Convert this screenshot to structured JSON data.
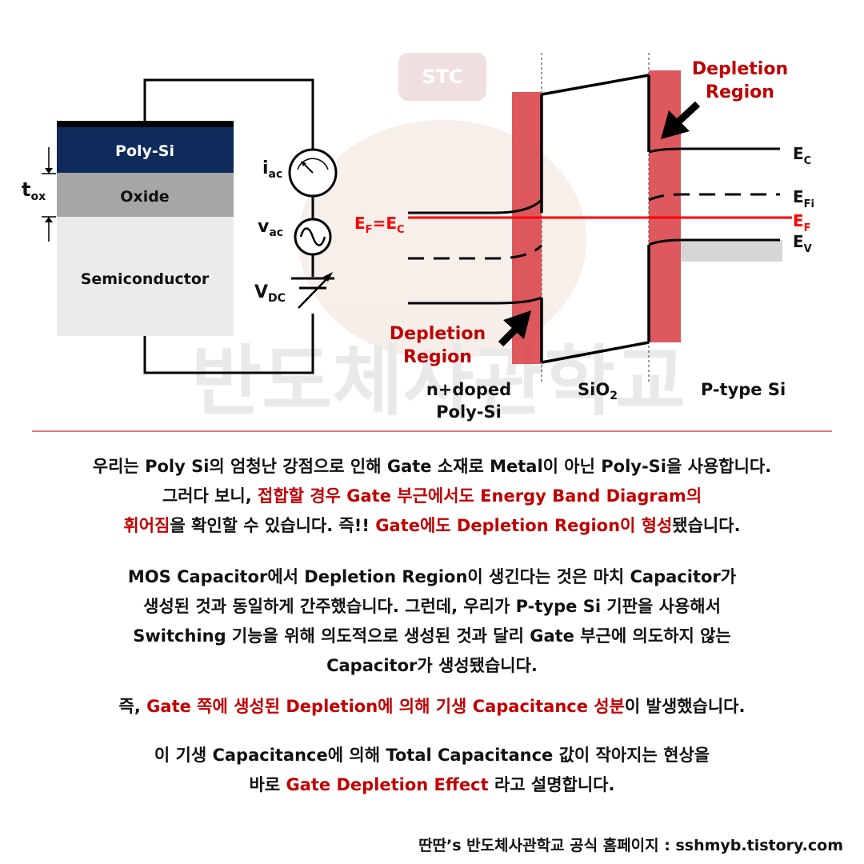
{
  "figure": {
    "watermark_logo": "STC",
    "watermark_text": "반도체사관학교",
    "mos": {
      "poly_label": "Poly-Si",
      "oxide_label": "Oxide",
      "semi_label": "Semiconductor",
      "tox_label": "t",
      "tox_sub": "ox",
      "iac_label": "i",
      "iac_sub": "ac",
      "vac_label": "v",
      "vac_sub": "ac",
      "vdc_label": "V",
      "vdc_sub": "DC"
    },
    "band": {
      "ef_ec_left": [
        "E",
        "F",
        "=E",
        "C"
      ],
      "ec": [
        "E",
        "C"
      ],
      "efi": [
        "E",
        "Fi"
      ],
      "ef": [
        "E",
        "F"
      ],
      "ev": [
        "E",
        "V"
      ],
      "depletion_top": [
        "Depletion",
        "Region"
      ],
      "depletion_bottom": [
        "Depletion",
        "Region"
      ],
      "region_left": [
        "n+doped",
        "Poly-Si"
      ],
      "region_mid": [
        "SiO",
        "2"
      ],
      "region_right": "P-type Si"
    },
    "colors": {
      "poly": "#0f2b5b",
      "oxide": "#a6a6a6",
      "semi": "#ebebeb",
      "depletion": "#d9474d",
      "fermi": "#ff0000",
      "accent_text": "#c00000"
    }
  },
  "text": {
    "p1": [
      [
        {
          "t": "우리는 Poly Si의 엄청난 강점으로 인해 Gate 소재로 Metal이 아닌 Poly-Si을 사용합니다.",
          "red": false
        }
      ],
      [
        {
          "t": "그러다 보니, ",
          "red": false
        },
        {
          "t": "접합할 경우 Gate 부근에서도 Energy Band Diagram의",
          "red": true
        }
      ],
      [
        {
          "t": "휘어짐",
          "red": true
        },
        {
          "t": "을 확인할 수 있습니다. 즉!! ",
          "red": false
        },
        {
          "t": "Gate에도 Depletion Region이 형성",
          "red": true
        },
        {
          "t": "됐습니다.",
          "red": false
        }
      ]
    ],
    "p2": [
      [
        {
          "t": "MOS Capacitor에서 Depletion Region이 생긴다는 것은 마치 Capacitor가",
          "red": false
        }
      ],
      [
        {
          "t": "생성된 것과 동일하게 간주했습니다. 그런데, 우리가 P-type Si 기판을 사용해서",
          "red": false
        }
      ],
      [
        {
          "t": "Switching 기능을 위해 의도적으로 생성된 것과 달리 Gate 부근에 의도하지 않는",
          "red": false
        }
      ],
      [
        {
          "t": "Capacitor가 생성됐습니다.",
          "red": false
        }
      ]
    ],
    "p3": [
      [
        {
          "t": "즉, ",
          "red": false
        },
        {
          "t": "Gate 쪽에 생성된 Depletion에 의해 기생 Capacitance 성분",
          "red": true
        },
        {
          "t": "이 발생했습니다.",
          "red": false
        }
      ]
    ],
    "p4": [
      [
        {
          "t": "이 기생 Capacitance에 의해 Total Capacitance 값이 작아지는 현상을",
          "red": false
        }
      ],
      [
        {
          "t": "바로 ",
          "red": false
        },
        {
          "t": "Gate Depletion Effect",
          "red": true
        },
        {
          "t": " 라고 설명합니다.",
          "red": false
        }
      ]
    ],
    "footer": "딴딴’s 반도체사관학교 공식 홈페이지 : sshmyb.tistory.com"
  }
}
